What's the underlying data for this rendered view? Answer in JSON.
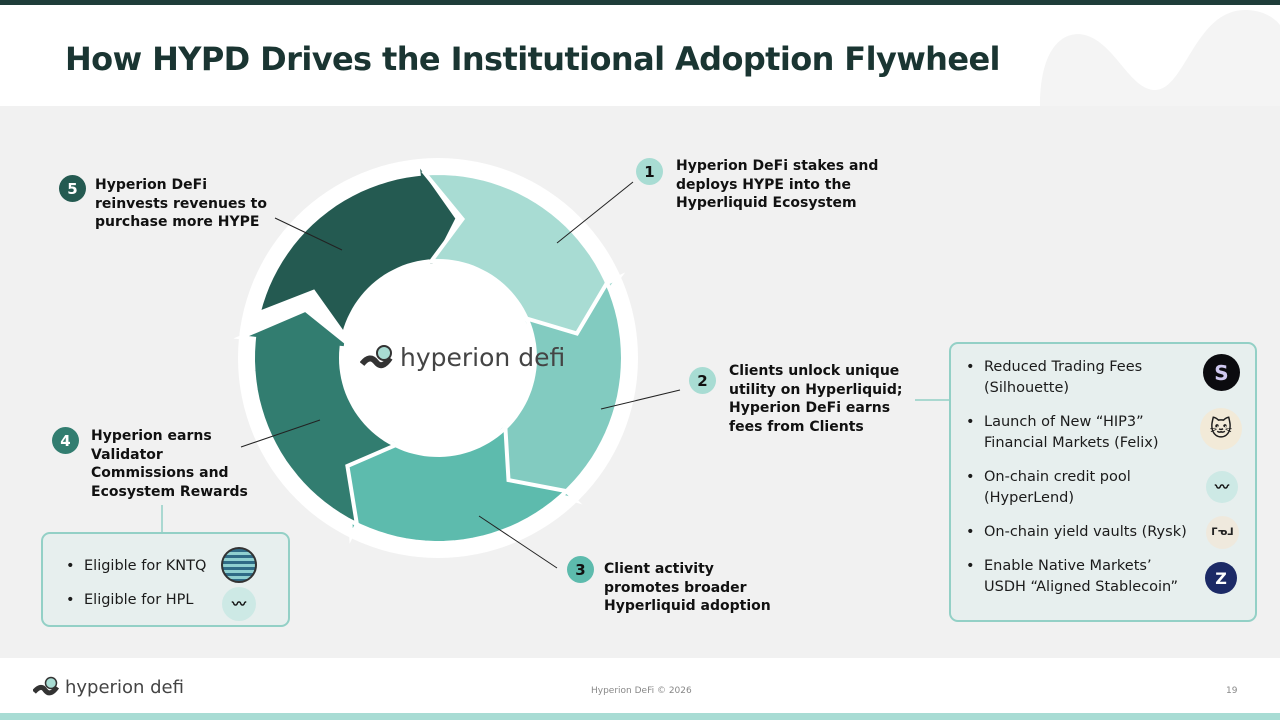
{
  "title": "How HYPD Drives the Institutional Adoption Flywheel",
  "center_logo": "hyperion defi",
  "steps": [
    {
      "num": "1",
      "lines": [
        "Hyperion DeFi stakes and",
        "deploys HYPE into the",
        "Hyperliquid Ecosystem"
      ]
    },
    {
      "num": "2",
      "lines": [
        "Clients unlock unique",
        "utility on Hyperliquid;",
        "Hyperion DeFi earns",
        "fees from Clients"
      ]
    },
    {
      "num": "3",
      "lines": [
        "Client activity",
        "promotes broader",
        "Hyperliquid adoption"
      ]
    },
    {
      "num": "4",
      "lines": [
        "Hyperion earns",
        "Validator",
        "Commissions and",
        "Ecosystem Rewards"
      ]
    },
    {
      "num": "5",
      "lines": [
        "Hyperion DeFi",
        "reinvests revenues to",
        "purchase more HYPE"
      ]
    }
  ],
  "segment_colors": [
    "#a8dcd3",
    "#82cbc0",
    "#5dbbad",
    "#327d70",
    "#245a51"
  ],
  "right_box": [
    {
      "lines": [
        "Reduced Trading Fees",
        "(Silhouette)"
      ],
      "icon": "silhouette-icon"
    },
    {
      "lines": [
        "Launch of New “HIP3”",
        "Financial Markets (Felix)"
      ],
      "icon": "felix-icon"
    },
    {
      "lines": [
        "On-chain credit pool",
        "(HyperLend)"
      ],
      "icon": "hyperlend-icon"
    },
    {
      "lines": [
        "On-chain yield vaults (Rysk)"
      ],
      "icon": "rysk-icon"
    },
    {
      "lines": [
        "Enable Native Markets’",
        "USDH “Aligned Stablecoin”"
      ],
      "icon": "native-markets-icon"
    }
  ],
  "left_box": [
    {
      "text": "Eligible for KNTQ",
      "icon": "kntq-icon"
    },
    {
      "text": "Eligible for HPL",
      "icon": "hyperlend-icon"
    }
  ],
  "footer": {
    "logo": "hyperion defi",
    "copyright": "Hyperion DeFi © 2026",
    "page": "19"
  },
  "bullet": "•"
}
